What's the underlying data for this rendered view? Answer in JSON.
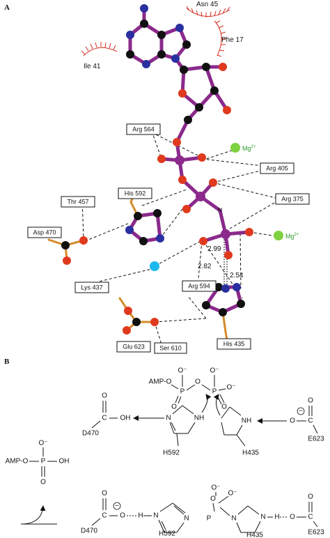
{
  "panels": {
    "a": "A",
    "b": "B"
  },
  "panel_a": {
    "contacts": {
      "asn45": "Asn 45",
      "phe17": "Phe 17",
      "ile41": "Ile 41"
    },
    "residues": {
      "arg564": "Arg 564",
      "arg405": "Arg 405",
      "arg375": "Arg 375",
      "his592": "His 592",
      "thr457": "Thr 457",
      "asp470": "Asp 470",
      "lys437": "Lys 437",
      "arg594": "Arg 594",
      "glu623": "Glu 623",
      "ser610": "Ser 610",
      "his435": "His 435"
    },
    "mg": "Mg",
    "mg_charge": "2+",
    "n_atom": "N",
    "distances": {
      "d1": "2.99",
      "d2": "2.82",
      "d3": "2.54"
    }
  },
  "panel_b": {
    "amp_o": "AMP-O",
    "p": "P",
    "o": "O",
    "o_minus": "O⁻",
    "oh": "OH",
    "nh": "NH",
    "n": "N",
    "c": "C",
    "h": "H",
    "minus": "−",
    "d470": "D470",
    "h592": "H592",
    "h435": "H435",
    "e623": "E623"
  },
  "colors": {
    "backbone": "#8b2a8b",
    "side_chain": "#d58a2a",
    "oxygen": "#e03a1e",
    "nitrogen": "#2a2fa0",
    "carbon": "#111111",
    "magnesium": "#7ed13f",
    "water": "#1bb8f0",
    "hydrophobic": "#d62b1f"
  }
}
